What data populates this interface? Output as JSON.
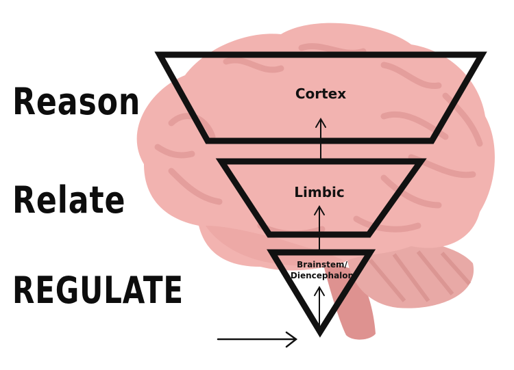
{
  "labels": {
    "reason": "Reason",
    "relate": "Relate",
    "regulate": "REGULATE"
  },
  "tiers": {
    "cortex": "Cortex",
    "limbic": "Limbic",
    "brainstem_line1": "Brainstem/",
    "brainstem_line2": "Diencephalon"
  },
  "colors": {
    "brain_main": "#f2b3b0",
    "brain_fold": "#e29a98",
    "cerebellum": "#e8a9a6",
    "brainstem": "#de9290",
    "outline": "#111111"
  }
}
